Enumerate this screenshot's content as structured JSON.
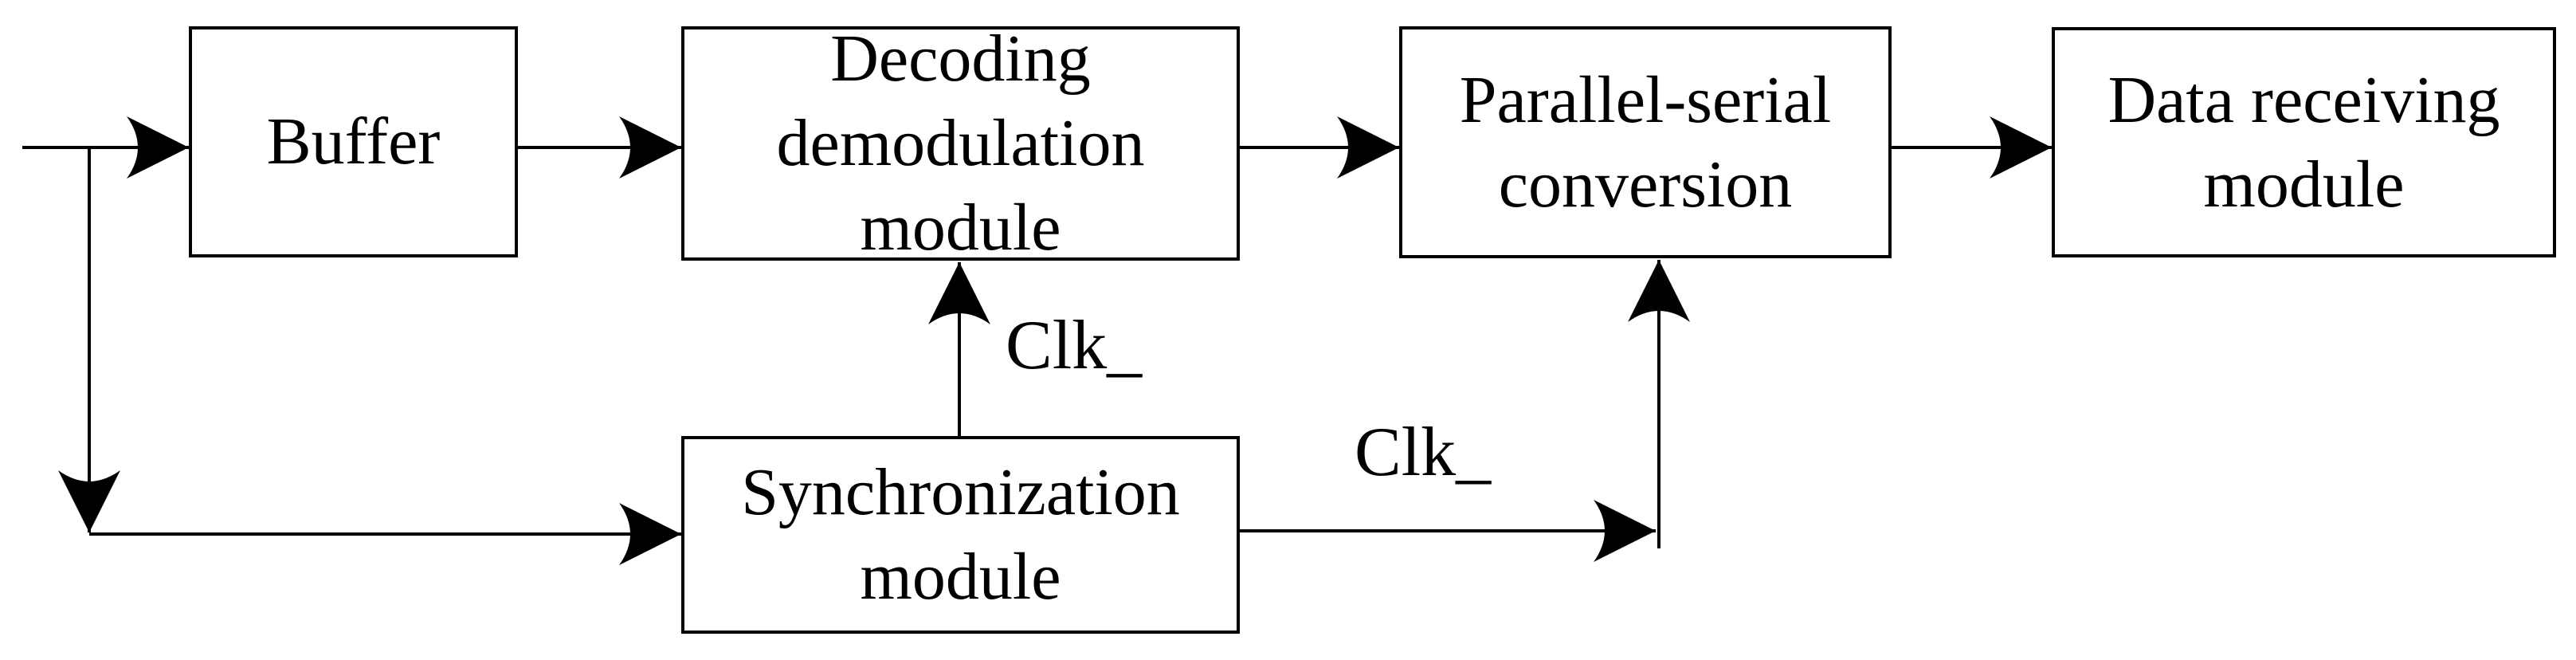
{
  "diagram": {
    "boxes": [
      {
        "id": "buffer",
        "lines": [
          "Buffer"
        ]
      },
      {
        "id": "decoding-demodulation",
        "lines": [
          "Decoding",
          "demodulation",
          "module"
        ]
      },
      {
        "id": "parallel-serial",
        "lines": [
          "Parallel-serial",
          "conversion"
        ]
      },
      {
        "id": "data-receiving",
        "lines": [
          "Data receiving",
          "module"
        ]
      },
      {
        "id": "synchronization",
        "lines": [
          "Synchronization",
          "module"
        ]
      }
    ],
    "labels": [
      {
        "id": "clk-signal-to-decoding",
        "text": "Clk_"
      },
      {
        "id": "clk-signal-to-parallel-serial",
        "text": "Clk_"
      }
    ],
    "colors": {
      "stroke": "#000000",
      "background": "#ffffff",
      "box_fill": "#ffffff",
      "text": "#000000"
    }
  }
}
